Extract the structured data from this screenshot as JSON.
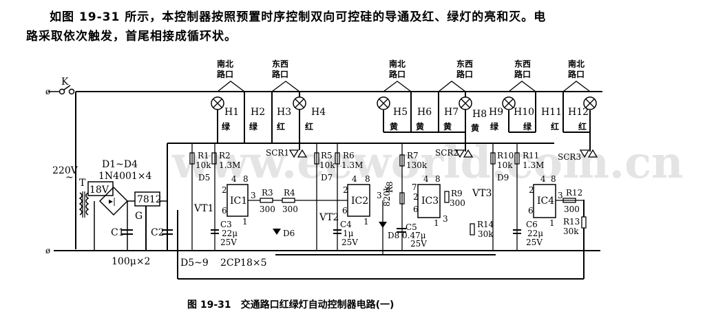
{
  "text": {
    "paragraph_line1": "如图 19-31 所示，本控制器按照预置时序控制双向可控硅的导通及红、绿灯的亮和灭。电",
    "paragraph_line2": "路采取依次触发，首尾相接成循环状。",
    "caption": "图 19-31　交通路口红绿灯自动控制器电路(一)",
    "watermark": "www.eeworld.com.cn"
  },
  "power": {
    "switch_label": "K",
    "mains_label": "220V",
    "mains_symbol": "~",
    "transformer_label": "T",
    "secondary_label": "18V",
    "rectifier_label": "D1~D4",
    "rectifier_part": "1N4001×4",
    "regulator_label": "7812",
    "regulator_ground": "G",
    "c1_label": "C1",
    "c2_label": "C2",
    "filter_caps_value": "100μ×2"
  },
  "lamp_groups": [
    {
      "label_line1": "南北",
      "label_line2": "路口"
    },
    {
      "label_line1": "东西",
      "label_line2": "路口"
    },
    {
      "label_line1": "南北",
      "label_line2": "路口"
    },
    {
      "label_line1": "东西",
      "label_line2": "路口"
    },
    {
      "label_line1": "东西",
      "label_line2": "路口"
    },
    {
      "label_line1": "南北",
      "label_line2": "路口"
    }
  ],
  "lamps": [
    {
      "id": "H1",
      "color": "绿"
    },
    {
      "id": "H2",
      "color": "绿"
    },
    {
      "id": "H3",
      "color": "红"
    },
    {
      "id": "H4",
      "color": "红"
    },
    {
      "id": "H5",
      "color": "黄"
    },
    {
      "id": "H6",
      "color": "黄"
    },
    {
      "id": "H7",
      "color": "黄"
    },
    {
      "id": "H8",
      "color": "黄"
    },
    {
      "id": "H9",
      "color": "绿"
    },
    {
      "id": "H10",
      "color": "绿"
    },
    {
      "id": "H11",
      "color": "红"
    },
    {
      "id": "H12",
      "color": "红"
    }
  ],
  "stages": [
    {
      "ic": "IC1",
      "transistor": "VT1",
      "diode": "D5",
      "r_a": {
        "name": "R1",
        "value": "10k"
      },
      "r_b": {
        "name": "R2",
        "value": "1.3M"
      },
      "cap": {
        "name": "C3",
        "value": "22μ",
        "voltage": "25V"
      }
    },
    {
      "ic": "IC2",
      "transistor": "VT2",
      "diode": "D7",
      "r_a": {
        "name": "R5",
        "value": "10k"
      },
      "r_b": {
        "name": "R6",
        "value": "1.3M"
      },
      "cap": {
        "name": "C4",
        "value": "1μ",
        "voltage": "25V"
      }
    },
    {
      "ic": "IC3",
      "diode": "D8",
      "r_a": {
        "name": "R7",
        "value": "130k"
      },
      "r_b": {
        "name": "R8",
        "value": "820k"
      },
      "cap": {
        "name": "C5",
        "value": "0.47μ",
        "voltage": "25V"
      }
    },
    {
      "ic": "IC4",
      "transistor": "VT3",
      "diode": "D9",
      "r_a": {
        "name": "R10",
        "value": "10k"
      },
      "r_b": {
        "name": "R11",
        "value": "1.3M"
      },
      "cap": {
        "name": "C6",
        "value": "22μ",
        "voltage": "25V"
      }
    }
  ],
  "resistors_misc": [
    {
      "name": "R3",
      "value": "300"
    },
    {
      "name": "R4",
      "value": "300"
    },
    {
      "name": "R9",
      "value": "300"
    },
    {
      "name": "R12",
      "value": "300"
    },
    {
      "name": "R13",
      "value": "30k"
    },
    {
      "name": "R14",
      "value": "30k"
    }
  ],
  "scrs": [
    "SCR1",
    "SCR2",
    "SCR3"
  ],
  "d6_label": "D6",
  "diode_note": {
    "label": "D5~9",
    "part": "2CP18×5"
  },
  "pins": {
    "p4": "4",
    "p8": "8",
    "p2": "2",
    "p6": "6",
    "p1": "1",
    "p3": "3",
    "p7": "7"
  }
}
